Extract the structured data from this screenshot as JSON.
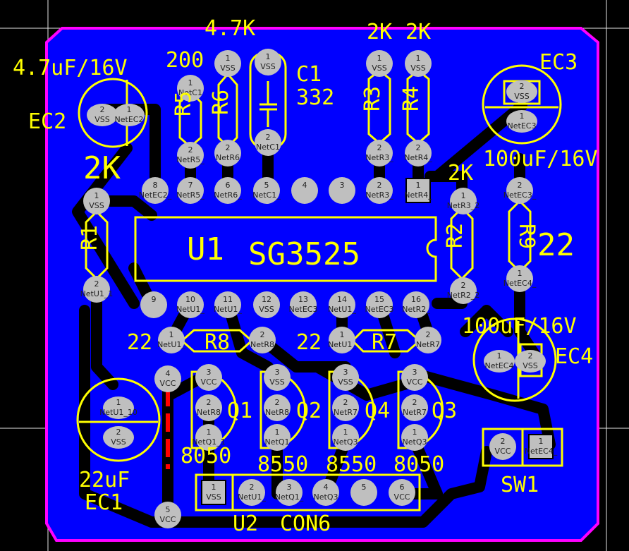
{
  "colors": {
    "background": "#000000",
    "copper": "#0000ff",
    "trace": "#000000",
    "silkscreen": "#ffff00",
    "board_outline": "#ff00ff",
    "pad": "#bfbfbf",
    "bottom_trace": "#ff0000"
  },
  "labels": {
    "ic_ref": "U1",
    "ic_value": "SG3525",
    "ec2_value": "4.7uF/16V",
    "ec2_ref": "EC2",
    "r5_value": "200",
    "r6_value": "4.7K",
    "r5_ref": "R5",
    "r6_ref": "R6",
    "c1_ref": "C1",
    "c1_value": "332",
    "r3_value": "2K",
    "r4_value": "2K",
    "r3_ref": "R3",
    "r4_ref": "R4",
    "ec3_ref": "EC3",
    "ec3_value": "100uF/16V",
    "r1_value": "2K",
    "r1_ref": "R1",
    "r2_value": "2K",
    "r2_ref": "R2",
    "r9_ref": "R9",
    "r9_value": "22",
    "r8_value": "22",
    "r8_ref": "R8",
    "r7_value": "22",
    "r7_ref": "R7",
    "ec4_value": "100uF/16V",
    "ec4_ref": "EC4",
    "q1_ref": "Q1",
    "q2_ref": "Q2",
    "q3_ref": "Q3",
    "q4_ref": "Q4",
    "q1_value": "8050",
    "q2_value": "8550",
    "q4_value": "8550",
    "q3_value": "8050",
    "ec1_value": "22uF",
    "ec1_ref": "EC1",
    "sw1_ref": "SW1",
    "u2_ref": "U2",
    "u2_value": "CON6"
  },
  "pads": [
    {
      "id": "ec2-2",
      "num": "2",
      "net": "VSS"
    },
    {
      "id": "ec2-1",
      "num": "1",
      "net": "NetEC2"
    },
    {
      "id": "r5-1",
      "num": "1",
      "net": "NetC1"
    },
    {
      "id": "r5-2",
      "num": "2",
      "net": "NetR5_"
    },
    {
      "id": "r6-1",
      "num": "1",
      "net": "VSS"
    },
    {
      "id": "r6-2",
      "num": "2",
      "net": "NetR6"
    },
    {
      "id": "c1-1",
      "num": "1",
      "net": "VSS"
    },
    {
      "id": "c1-2",
      "num": "2",
      "net": "NetC1"
    },
    {
      "id": "r3-1",
      "num": "1",
      "net": "VSS"
    },
    {
      "id": "r3-2",
      "num": "2",
      "net": "NetR3_"
    },
    {
      "id": "r4-1",
      "num": "1",
      "net": "VSS"
    },
    {
      "id": "r4-2",
      "num": "2",
      "net": "NetR4_"
    },
    {
      "id": "ec3-2",
      "num": "2",
      "net": "VSS"
    },
    {
      "id": "ec3-1",
      "num": "1",
      "net": "NetEC3"
    },
    {
      "id": "r1-1",
      "num": "1",
      "net": "VSS"
    },
    {
      "id": "r1-2",
      "num": "2",
      "net": "NetU1_1"
    },
    {
      "id": "u1-8",
      "num": "8",
      "net": "NetEC2_"
    },
    {
      "id": "u1-7",
      "num": "7",
      "net": "NetR5_"
    },
    {
      "id": "u1-6",
      "num": "6",
      "net": "NetR6_"
    },
    {
      "id": "u1-5",
      "num": "5",
      "net": "NetC1_"
    },
    {
      "id": "u1-4",
      "num": "4",
      "net": ""
    },
    {
      "id": "u1-3",
      "num": "3",
      "net": ""
    },
    {
      "id": "u1-2",
      "num": "2",
      "net": "NetR3_"
    },
    {
      "id": "u1-1",
      "num": "1",
      "net": "NetR4_"
    },
    {
      "id": "u1-9",
      "num": "9",
      "net": ""
    },
    {
      "id": "u1-10",
      "num": "10",
      "net": "NetU1_"
    },
    {
      "id": "u1-11",
      "num": "11",
      "net": "NetU1_"
    },
    {
      "id": "u1-12",
      "num": "12",
      "net": "VSS"
    },
    {
      "id": "u1-13",
      "num": "13",
      "net": "NetEC3"
    },
    {
      "id": "u1-14",
      "num": "14",
      "net": "NetU1_"
    },
    {
      "id": "u1-15",
      "num": "15",
      "net": "NetEC3"
    },
    {
      "id": "u1-16",
      "num": "16",
      "net": "NetR2_"
    },
    {
      "id": "r2-1",
      "num": "1",
      "net": "NetR3_2"
    },
    {
      "id": "r2-2",
      "num": "2",
      "net": "NetR2_2"
    },
    {
      "id": "r9-2",
      "num": "2",
      "net": "NetEC3_"
    },
    {
      "id": "r9-1",
      "num": "1",
      "net": "NetEC4_"
    },
    {
      "id": "r8-1",
      "num": "1",
      "net": "NetU1_"
    },
    {
      "id": "r8-2",
      "num": "2",
      "net": "NetR8"
    },
    {
      "id": "r7-1",
      "num": "1",
      "net": "NetU1_"
    },
    {
      "id": "r7-2",
      "num": "2",
      "net": "NetR7"
    },
    {
      "id": "ec4-1",
      "num": "1",
      "net": "NetEC4"
    },
    {
      "id": "ec4-2",
      "num": "2",
      "net": "VSS"
    },
    {
      "id": "q1-3",
      "num": "3",
      "net": "VCC"
    },
    {
      "id": "q1-2",
      "num": "2",
      "net": "NetR8"
    },
    {
      "id": "q1-1",
      "num": "1",
      "net": "NetQ1_1"
    },
    {
      "id": "q2-3",
      "num": "3",
      "net": "VSS"
    },
    {
      "id": "q2-2",
      "num": "2",
      "net": "NetR8"
    },
    {
      "id": "q2-1",
      "num": "1",
      "net": "NetQ1"
    },
    {
      "id": "q4-3",
      "num": "3",
      "net": "VSS"
    },
    {
      "id": "q4-2",
      "num": "2",
      "net": "NetR7"
    },
    {
      "id": "q4-1",
      "num": "1",
      "net": "NetQ3"
    },
    {
      "id": "q3-3",
      "num": "3",
      "net": "VCC"
    },
    {
      "id": "q3-2",
      "num": "2",
      "net": "NetR7"
    },
    {
      "id": "q3-1",
      "num": "1",
      "net": "NetQ3"
    },
    {
      "id": "ec1-1",
      "num": "1",
      "net": "NetU1_10"
    },
    {
      "id": "ec1-2",
      "num": "2",
      "net": "VSS"
    },
    {
      "id": "via-4",
      "num": "4",
      "net": "VCC"
    },
    {
      "id": "via-5",
      "num": "5",
      "net": "VCC"
    },
    {
      "id": "sw1-2",
      "num": "2",
      "net": "VCC"
    },
    {
      "id": "sw1-1",
      "num": "1",
      "net": "NetEC4_"
    },
    {
      "id": "u2-1",
      "num": "1",
      "net": "VSS"
    },
    {
      "id": "u2-2",
      "num": "2",
      "net": "NetU1_"
    },
    {
      "id": "u2-3",
      "num": "3",
      "net": "NetQ1_"
    },
    {
      "id": "u2-4",
      "num": "4",
      "net": "NetQ3"
    },
    {
      "id": "u2-5",
      "num": "5",
      "net": ""
    },
    {
      "id": "u2-6",
      "num": "6",
      "net": "VCC"
    }
  ]
}
